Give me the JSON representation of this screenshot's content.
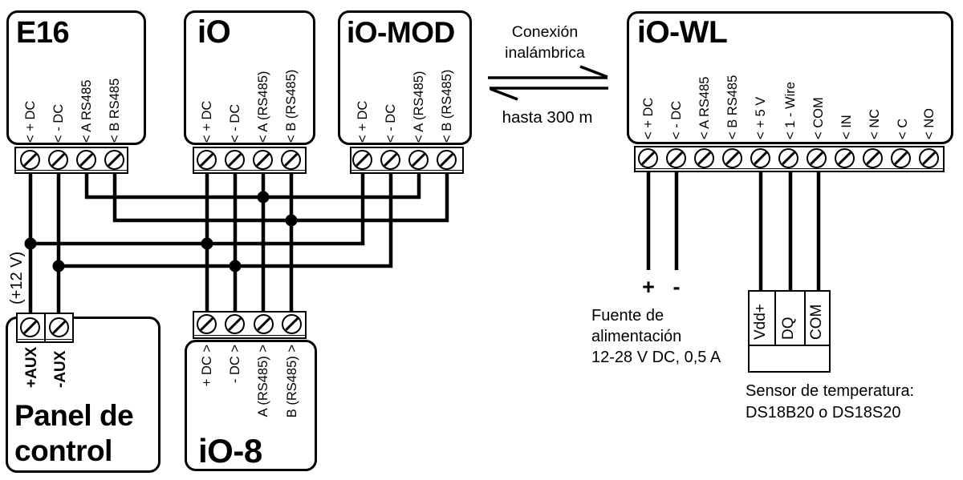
{
  "colors": {
    "ink": "#000000",
    "background": "#ffffff"
  },
  "devices": {
    "e16": {
      "title": "E16",
      "terminals": [
        "< + DC",
        "< - DC",
        "< A RS485",
        "< B RS485"
      ]
    },
    "io": {
      "title": "iO",
      "terminals": [
        "< + DC",
        "< - DC",
        "< A (RS485)",
        "< B (RS485)"
      ]
    },
    "iomod": {
      "title": "iO-MOD",
      "terminals": [
        "< + DC",
        "< - DC",
        "< A (RS485)",
        "< B (RS485)"
      ]
    },
    "iowl": {
      "title": "iO-WL",
      "terminals": [
        "< + DC",
        "< - DC",
        "< A RS485",
        "< B RS485",
        "< + 5 V",
        "< 1 - Wire",
        "< COM",
        "< IN",
        "< NC",
        "< C",
        "< NO"
      ]
    },
    "panel": {
      "title_line1": "Panel de",
      "title_line2": "control",
      "terminals": [
        "+AUX",
        "-AUX"
      ],
      "power_label": "(+12 V)"
    },
    "io8": {
      "title": "iO-8",
      "terminals": [
        "+ DC >",
        "- DC >",
        "A (RS485) >",
        "B (RS485) >"
      ]
    }
  },
  "wireless_link": {
    "caption_line1": "Conexión",
    "caption_line2": "inalámbrica",
    "range_label": "hasta 300 m"
  },
  "power_supply": {
    "plus_sign": "+",
    "minus_sign": "-",
    "caption_line1": "Fuente de",
    "caption_line2": "alimentación",
    "caption_line3": "12-28 V DC, 0,5 A"
  },
  "temperature_sensor": {
    "pins": [
      "Vdd+",
      "DQ",
      "COM"
    ],
    "caption_line1": "Sensor de temperatura:",
    "caption_line2": "DS18B20 o DS18S20"
  }
}
